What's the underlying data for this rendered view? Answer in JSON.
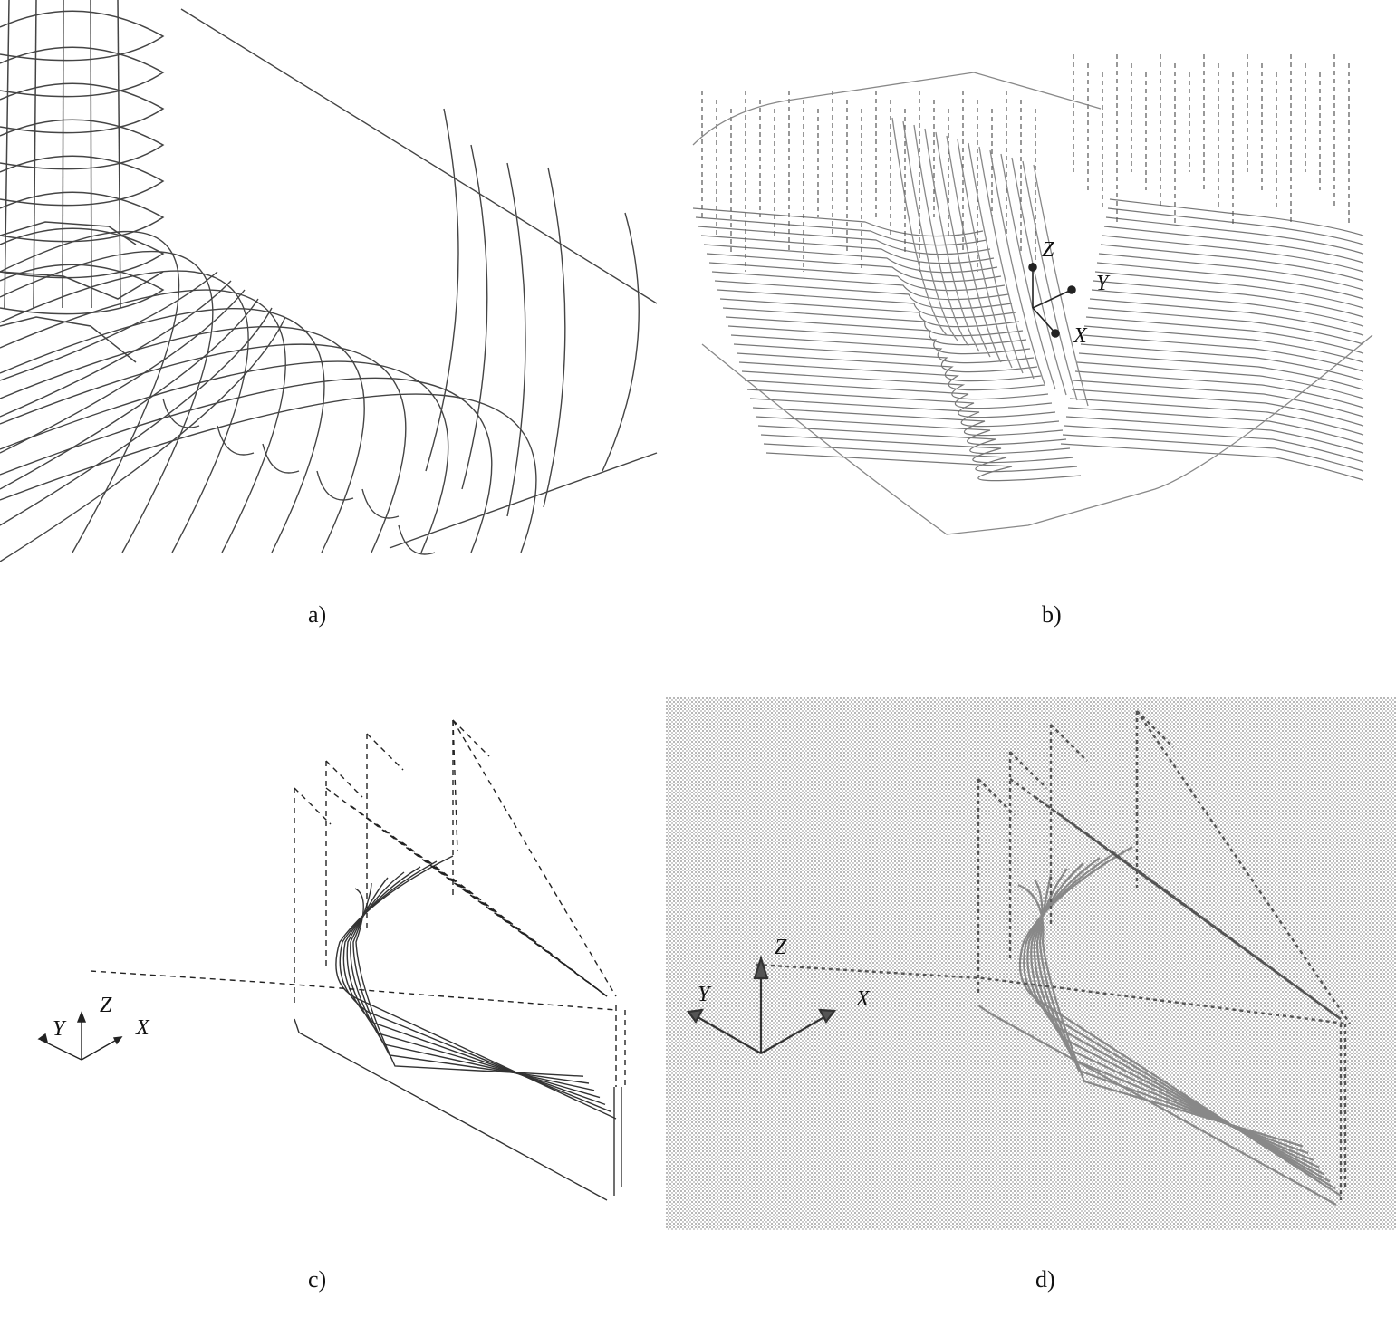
{
  "panels": [
    {
      "id": "a",
      "caption": "a)"
    },
    {
      "id": "b",
      "caption": "b)",
      "axes": {
        "x": "X",
        "y": "Y",
        "z": "Z"
      }
    },
    {
      "id": "c",
      "caption": "c)",
      "axes": {
        "x": "X",
        "y": "Y",
        "z": "Z"
      }
    },
    {
      "id": "d",
      "caption": "d)",
      "axes": {
        "x": "X",
        "y": "Y",
        "z": "Z"
      }
    }
  ],
  "colors": {
    "stroke": "#333333",
    "light": "#8a8a8a",
    "dots": "#9a9a9a",
    "background": "#ffffff"
  }
}
